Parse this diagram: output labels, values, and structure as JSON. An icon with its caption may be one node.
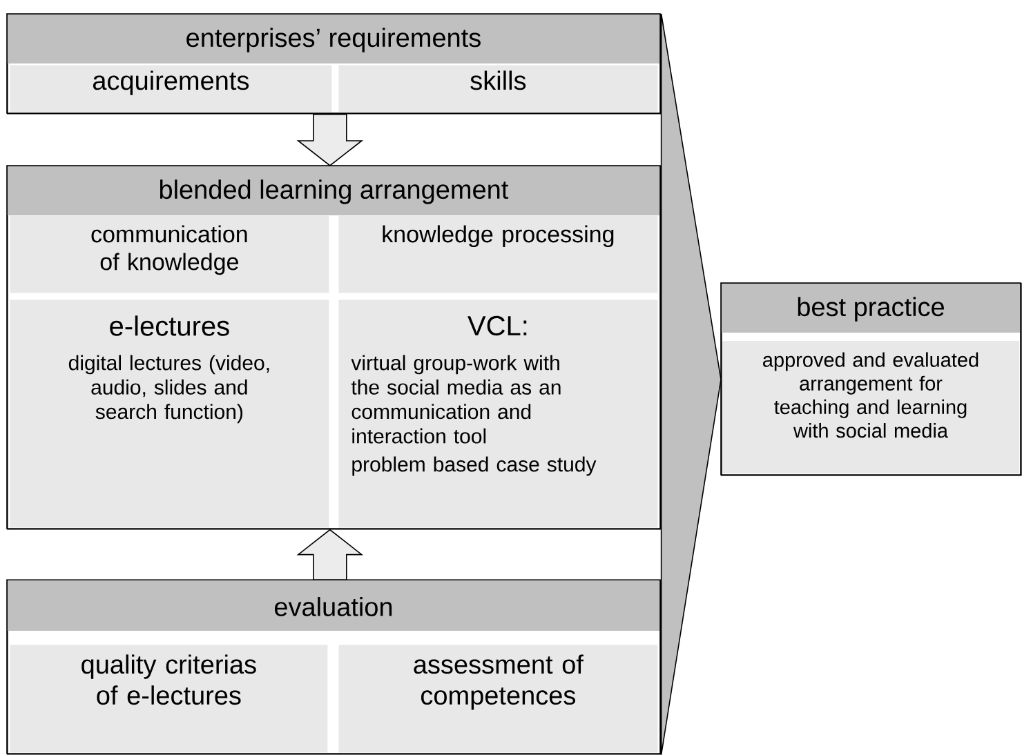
{
  "diagram": {
    "nodes": [
      {
        "text": [
          "enterprises’ requirements"
        ]
      },
      {
        "text": [
          "acquirements"
        ],
        "in": 0
      },
      {
        "text": [
          "skills"
        ],
        "in": 0
      },
      {
        "text": [
          "blended learning arrangement"
        ]
      },
      {
        "text": [
          "communication of knowledge"
        ],
        "in": 3
      },
      {
        "text": [
          "knowledge processing"
        ],
        "in": 3
      },
      {
        "text": [
          "e-lectures",
          "digital lectures (video, audio, slides and search function)"
        ],
        "in": 3
      },
      {
        "text": [
          "VCL:",
          "virtual group-work with the social media as an communication and interaction tool",
          "problem based case study"
        ],
        "in": 3
      },
      {
        "text": [
          "evaluation"
        ]
      },
      {
        "text": [
          "quality criterias of e-lectures"
        ],
        "in": 8
      },
      {
        "text": [
          "assessment of competences"
        ],
        "in": 8
      },
      {
        "text": [
          "best practice",
          "approved and evaluated arrangement for teaching and learning with social media"
        ]
      }
    ],
    "edges": [
      {
        "from": 0,
        "to": 3,
        "arrow": "to"
      },
      {
        "from": 8,
        "to": 3,
        "arrow": "to"
      },
      {
        "from": 3,
        "to": 11,
        "arrow": "to"
      }
    ]
  }
}
